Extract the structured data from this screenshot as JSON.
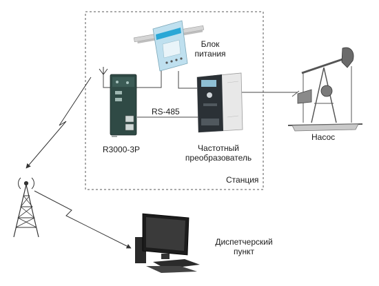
{
  "labels": {
    "power_supply": [
      "Блок",
      "питания"
    ],
    "router": "R3000-3P",
    "rs485": "RS-485",
    "vfd": [
      "Частотный",
      "преобразователь"
    ],
    "station": "Станция",
    "pump": "Насос",
    "dispatch": [
      "Диспетчерский",
      "пункт"
    ]
  },
  "colors": {
    "line": "#444444",
    "psu_body": "#bfe0ef",
    "psu_accent": "#2aa7d6",
    "rail": "#c9c9c9",
    "router_body": "#2f4a45",
    "vfd_body": "#e8e8e8",
    "vfd_panel": "#2b3136",
    "pump_metal": "#555555",
    "monitor": "#1c1c1c"
  },
  "icons": {
    "antenna": "antenna-icon",
    "tower": "radio-tower-icon",
    "psu": "power-supply-icon",
    "router": "router-icon",
    "vfd": "frequency-converter-icon",
    "pump": "pumpjack-icon",
    "computer": "computer-icon"
  }
}
